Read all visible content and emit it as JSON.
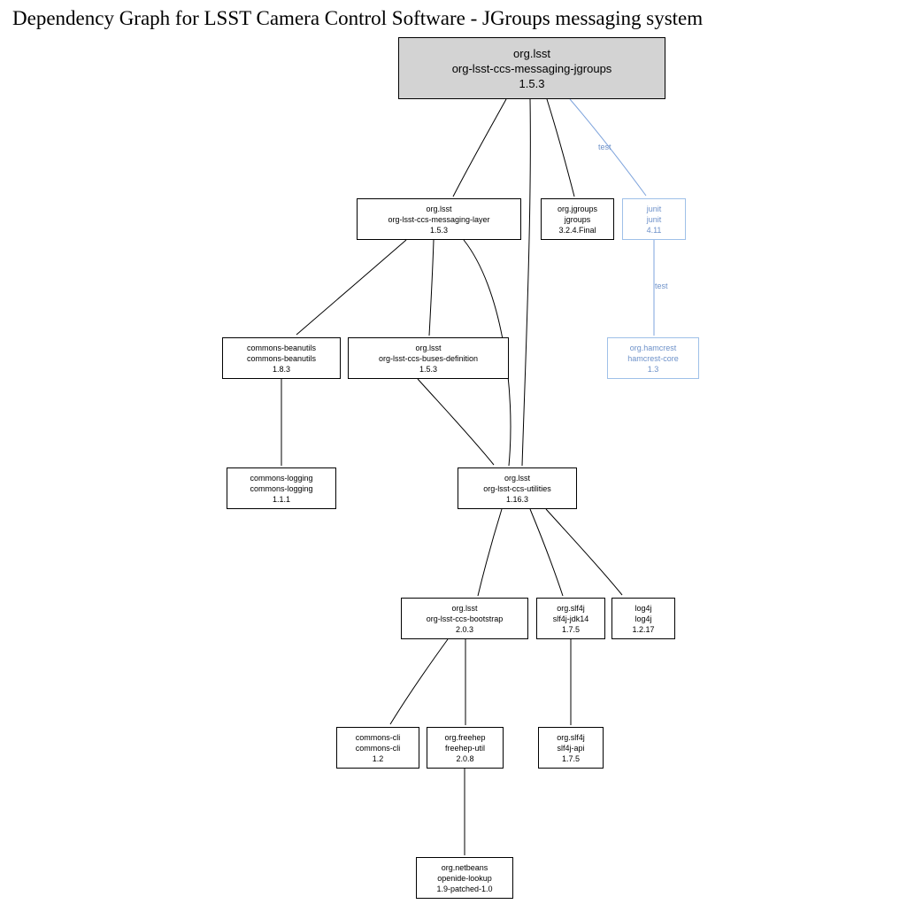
{
  "title": "Dependency Graph for LSST Camera Control Software - JGroups messaging system",
  "colors": {
    "node_border": "#000000",
    "root_fill": "#d3d3d3",
    "test_blue_border": "#9fc0e8",
    "test_blue_text": "#6d91c9",
    "test_blue_edge": "#7da3dc"
  },
  "edge_labels": [
    "test",
    "test"
  ],
  "nodes": {
    "messaging_jgroups": {
      "group": "org.lsst",
      "artifact": "org-lsst-ccs-messaging-jgroups",
      "version": "1.5.3"
    },
    "messaging_layer": {
      "group": "org.lsst",
      "artifact": "org-lsst-ccs-messaging-layer",
      "version": "1.5.3"
    },
    "jgroups": {
      "group": "org.jgroups",
      "artifact": "jgroups",
      "version": "3.2.4.Final"
    },
    "junit": {
      "group": "junit",
      "artifact": "junit",
      "version": "4.11"
    },
    "commons_beanutils": {
      "group": "commons-beanutils",
      "artifact": "commons-beanutils",
      "version": "1.8.3"
    },
    "buses_definition": {
      "group": "org.lsst",
      "artifact": "org-lsst-ccs-buses-definition",
      "version": "1.5.3"
    },
    "hamcrest_core": {
      "group": "org.hamcrest",
      "artifact": "hamcrest-core",
      "version": "1.3"
    },
    "commons_logging": {
      "group": "commons-logging",
      "artifact": "commons-logging",
      "version": "1.1.1"
    },
    "utilities": {
      "group": "org.lsst",
      "artifact": "org-lsst-ccs-utilities",
      "version": "1.16.3"
    },
    "bootstrap": {
      "group": "org.lsst",
      "artifact": "org-lsst-ccs-bootstrap",
      "version": "2.0.3"
    },
    "slf4j_jdk14": {
      "group": "org.slf4j",
      "artifact": "slf4j-jdk14",
      "version": "1.7.5"
    },
    "log4j": {
      "group": "log4j",
      "artifact": "log4j",
      "version": "1.2.17"
    },
    "commons_cli": {
      "group": "commons-cli",
      "artifact": "commons-cli",
      "version": "1.2"
    },
    "freehep_util": {
      "group": "org.freehep",
      "artifact": "freehep-util",
      "version": "2.0.8"
    },
    "slf4j_api": {
      "group": "org.slf4j",
      "artifact": "slf4j-api",
      "version": "1.7.5"
    },
    "openide_lookup": {
      "group": "org.netbeans",
      "artifact": "openide-lookup",
      "version": "1.9-patched-1.0"
    }
  },
  "edges": [
    {
      "from": "org-lsst-ccs-messaging-jgroups",
      "to": "org-lsst-ccs-messaging-layer",
      "label": "",
      "color": "black"
    },
    {
      "from": "org-lsst-ccs-messaging-jgroups",
      "to": "jgroups",
      "label": "",
      "color": "black"
    },
    {
      "from": "org-lsst-ccs-messaging-jgroups",
      "to": "junit",
      "label": "test",
      "color": "blue"
    },
    {
      "from": "org-lsst-ccs-messaging-jgroups",
      "to": "org-lsst-ccs-utilities",
      "label": "",
      "color": "black"
    },
    {
      "from": "org-lsst-ccs-messaging-layer",
      "to": "commons-beanutils",
      "label": "",
      "color": "black"
    },
    {
      "from": "org-lsst-ccs-messaging-layer",
      "to": "org-lsst-ccs-buses-definition",
      "label": "",
      "color": "black"
    },
    {
      "from": "org-lsst-ccs-messaging-layer",
      "to": "org-lsst-ccs-utilities",
      "label": "",
      "color": "black"
    },
    {
      "from": "junit",
      "to": "hamcrest-core",
      "label": "test",
      "color": "blue"
    },
    {
      "from": "commons-beanutils",
      "to": "commons-logging",
      "label": "",
      "color": "black"
    },
    {
      "from": "org-lsst-ccs-buses-definition",
      "to": "org-lsst-ccs-utilities",
      "label": "",
      "color": "black"
    },
    {
      "from": "org-lsst-ccs-utilities",
      "to": "org-lsst-ccs-bootstrap",
      "label": "",
      "color": "black"
    },
    {
      "from": "org-lsst-ccs-utilities",
      "to": "slf4j-jdk14",
      "label": "",
      "color": "black"
    },
    {
      "from": "org-lsst-ccs-utilities",
      "to": "log4j",
      "label": "",
      "color": "black"
    },
    {
      "from": "org-lsst-ccs-bootstrap",
      "to": "commons-cli",
      "label": "",
      "color": "black"
    },
    {
      "from": "org-lsst-ccs-bootstrap",
      "to": "freehep-util",
      "label": "",
      "color": "black"
    },
    {
      "from": "slf4j-jdk14",
      "to": "slf4j-api",
      "label": "",
      "color": "black"
    },
    {
      "from": "freehep-util",
      "to": "openide-lookup",
      "label": "",
      "color": "black"
    }
  ]
}
